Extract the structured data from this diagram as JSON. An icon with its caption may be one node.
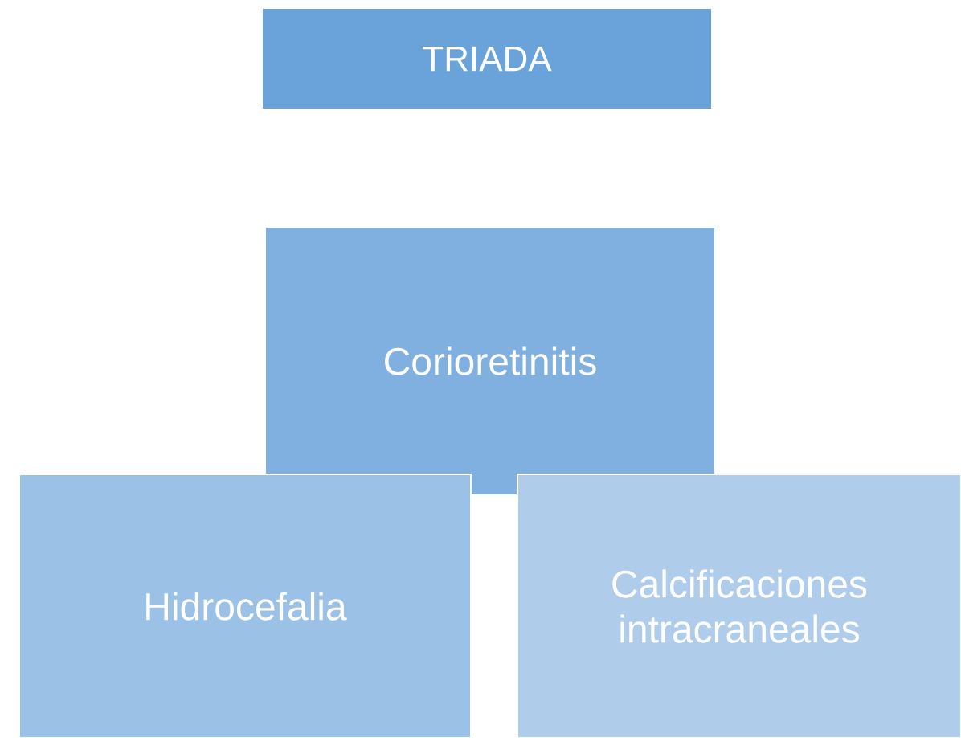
{
  "diagram": {
    "nodes": [
      {
        "text": [
          "TRIADA"
        ]
      },
      {
        "text": [
          "Corioretinitis"
        ]
      },
      {
        "text": [
          "Hidrocefalia"
        ]
      },
      {
        "text": [
          "Calcificaciones intracraneales"
        ]
      }
    ]
  }
}
